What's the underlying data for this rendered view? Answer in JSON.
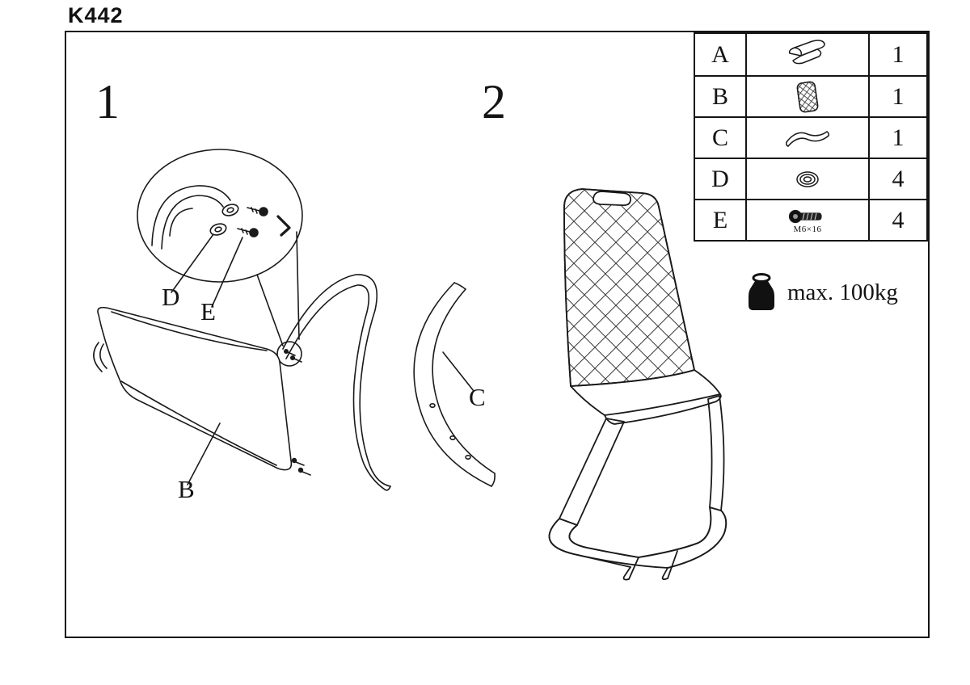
{
  "page": {
    "model": "K442"
  },
  "steps": {
    "step1": "1",
    "step2": "2"
  },
  "part_labels": {
    "b": "B",
    "c": "C",
    "d": "D",
    "e": "E"
  },
  "parts_table": {
    "rows": [
      {
        "id": "A",
        "icon": "seat-shell-icon",
        "qty": "1"
      },
      {
        "id": "B",
        "icon": "quilted-backrest-icon",
        "qty": "1"
      },
      {
        "id": "C",
        "icon": "support-rail-icon",
        "qty": "1"
      },
      {
        "id": "D",
        "icon": "washer-icon",
        "qty": "4"
      },
      {
        "id": "E",
        "icon": "bolt-icon",
        "qty": "4",
        "spec": "M6×16"
      }
    ]
  },
  "weight_limit": {
    "label": "max. 100kg"
  },
  "colors": {
    "line": "#1a1a1a",
    "background": "#ffffff"
  }
}
